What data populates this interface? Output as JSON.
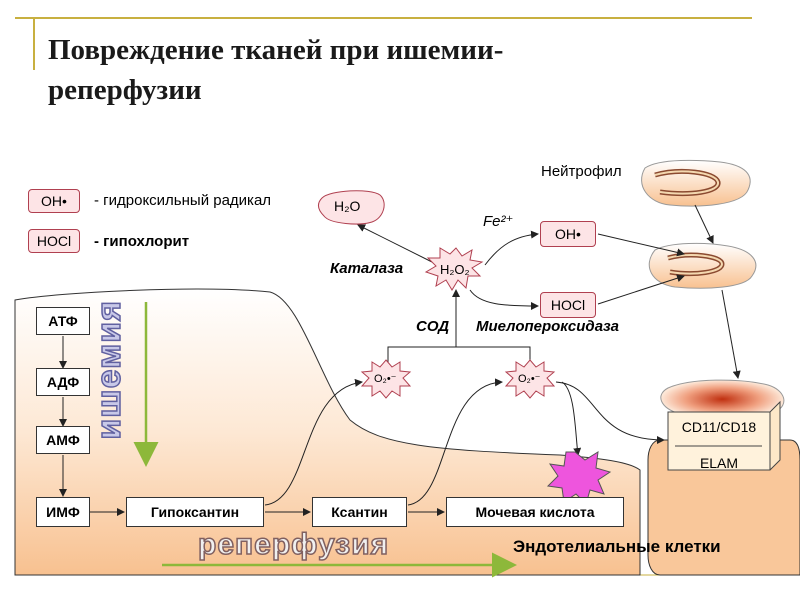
{
  "title": "Повреждение тканей при ишемии-реперфузии",
  "legend": {
    "oh_symbol": "OH•",
    "oh_text": "- гидроксильный радикал",
    "hocl_symbol": "HOCl",
    "hocl_text": "- гипохлорит"
  },
  "pathway": {
    "atp": "АТФ",
    "adp": "АДФ",
    "amp": "АМФ",
    "imp": "ИМФ",
    "hypoxanthine": "Гипоксантин",
    "xanthine": "Ксантин",
    "uric_acid": "Мочевая кислота"
  },
  "radicals": {
    "h2o2": "H₂O₂",
    "h2o": "H₂O",
    "oh": "OH•",
    "hocl": "HOCl",
    "o2_left": "O₂•⁻",
    "o2_right": "O₂•⁻",
    "fe": "Fe²⁺"
  },
  "enzymes": {
    "catalase": "Каталаза",
    "sod": "СОД",
    "myeloperoxidase": "Миелопероксидаза"
  },
  "neutrophil_label": "Нейтрофил",
  "adhesion": {
    "line1": "CD11/CD18",
    "line2": "ELAM"
  },
  "ischemia_label": "ишемия",
  "reperfusion_label": "реперфузия",
  "endothelial_label": "Эндотелиальные клетки",
  "colors": {
    "tissue_fill": "#f9c79a",
    "burst": "#ee55dd",
    "star_fill": "#fde4e6",
    "green_arrow": "#8db83a",
    "frame_line": "#c8b040"
  }
}
